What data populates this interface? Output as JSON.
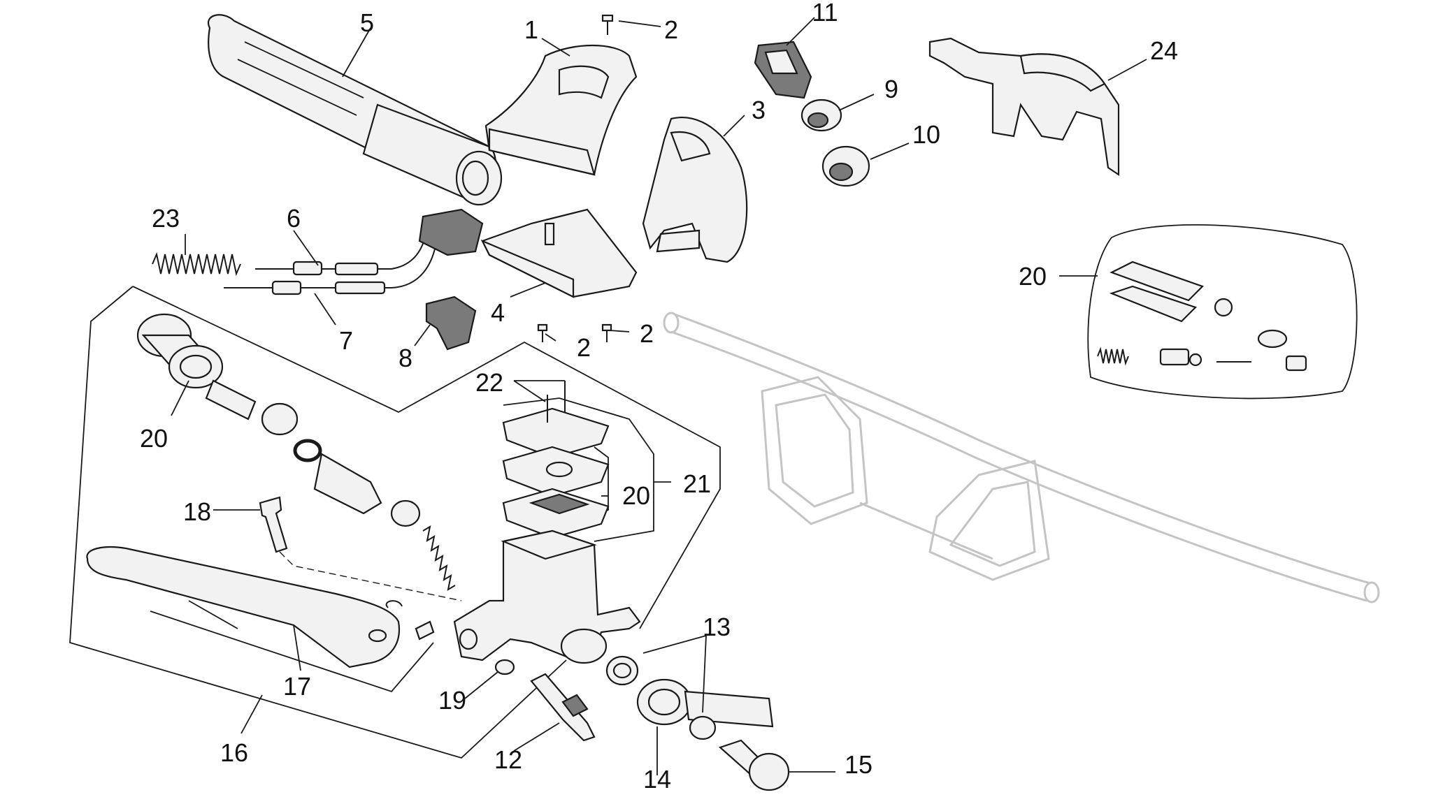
{
  "diagram": {
    "callouts": [
      {
        "id": "c5",
        "text": "5"
      },
      {
        "id": "c1",
        "text": "1"
      },
      {
        "id": "c2a",
        "text": "2"
      },
      {
        "id": "c11",
        "text": "11"
      },
      {
        "id": "c24",
        "text": "24"
      },
      {
        "id": "c9",
        "text": "9"
      },
      {
        "id": "c3",
        "text": "3"
      },
      {
        "id": "c10",
        "text": "10"
      },
      {
        "id": "c23",
        "text": "23"
      },
      {
        "id": "c6",
        "text": "6"
      },
      {
        "id": "c7",
        "text": "7"
      },
      {
        "id": "c4",
        "text": "4"
      },
      {
        "id": "c8",
        "text": "8"
      },
      {
        "id": "c2b",
        "text": "2"
      },
      {
        "id": "c2c",
        "text": "2"
      },
      {
        "id": "c20a",
        "text": "20"
      },
      {
        "id": "c22",
        "text": "22"
      },
      {
        "id": "c20b",
        "text": "20"
      },
      {
        "id": "c21",
        "text": "21"
      },
      {
        "id": "c20c",
        "text": "20"
      },
      {
        "id": "c18",
        "text": "18"
      },
      {
        "id": "c13",
        "text": "13"
      },
      {
        "id": "c17",
        "text": "17"
      },
      {
        "id": "c19",
        "text": "19"
      },
      {
        "id": "c16",
        "text": "16"
      },
      {
        "id": "c12",
        "text": "12"
      },
      {
        "id": "c14",
        "text": "14"
      },
      {
        "id": "c15",
        "text": "15"
      }
    ]
  }
}
